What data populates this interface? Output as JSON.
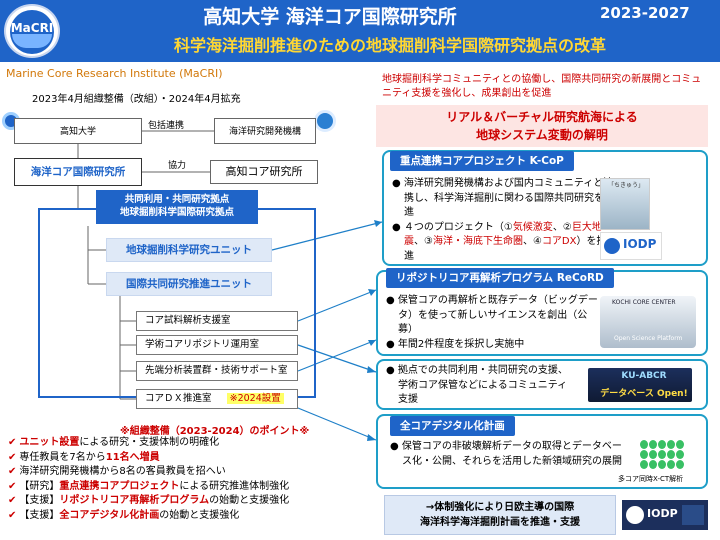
{
  "header": {
    "logo_text": "MaCRI",
    "title": "高知大学 海洋コア国際研究所",
    "year": "2023-2027",
    "subtitle": "科学海洋掘削推進のための地球掘削科学国際研究拠点の改革"
  },
  "institute_en": "Marine Core Research Institute (MaCRI)",
  "establishment": "2023年4月組織整備（改組）・2024年4月拡充",
  "org": {
    "university": "高知大学",
    "partnership_label": "包括連携",
    "jamstec": "海洋研究開発機構",
    "center": "海洋コア国際研究所",
    "cooperation_label": "協力",
    "kochi_core": "高知コア研究所",
    "joint_line1": "共同利用・共同研究拠点",
    "joint_line2": "地球掘削科学国際研究拠点",
    "unit1": "地球掘削科学研究ユニット",
    "unit2": "国際共同研究推進ユニット",
    "subunits": [
      "コア試料解析支援室",
      "学術コアリポジトリ運用室",
      "先端分析装置群・技術サポート室",
      "コアＤＸ推進室"
    ],
    "subunit4_note": "※2024設置"
  },
  "points": {
    "title": "※組織整備（2023-2024）のポイント※",
    "items": [
      {
        "bold": "ユニット設置",
        "rest": "による研究・支援体制の明確化"
      },
      {
        "bold": "",
        "rest": "専任教員を7名から",
        "bold2": "11名へ増員"
      },
      {
        "bold": "",
        "rest": "海洋研究開発機構から8名の客員教員を招へい"
      },
      {
        "prefix": "【研究】",
        "bold": "重点連携コアプロジェクト",
        "rest": "による研究推進体制強化"
      },
      {
        "prefix": "【支援】",
        "bold": "リポジトリコア再解析プログラム",
        "rest": "の始動と支援強化"
      },
      {
        "prefix": "【支援】",
        "bold": "全コアデジタル化計画",
        "rest": "の始動と支援強化"
      }
    ]
  },
  "right": {
    "collab_text": "地球掘削科学コミュニティとの協働し、国際共同研究の新展開とコミュニティ支援を強化し、成果創出を促進",
    "voyage_line1": "リアル＆バーチャル研究航海による",
    "voyage_line2": "地球システム変動の解明",
    "p1": {
      "title": "重点連携コアプロジェクト K-CoP",
      "item1": "海洋研究開発機構および国内コミュニティと連携し、科学海洋掘削に関わる国際共同研究を推進",
      "item2_a": "４つのプロジェクト（①",
      "item2_b": "気候激変",
      "item2_c": "、②",
      "item2_d": "巨大地震",
      "item2_e": "、③",
      "item2_f": "海洋・海底下生命圏",
      "item2_g": "、④",
      "item2_h": "コアDX",
      "item2_i": "）を推進",
      "ship_label": "「ちきゅう」",
      "iodp": "IODP"
    },
    "p2": {
      "title": "リポジトリコア再解析プログラム ReCoRD",
      "item1": "保管コアの再解析と既存データ（ビッグデータ）を使って新しいサイエンスを創出（公募）",
      "item2": "年間2件程度を採択し実施中",
      "kochi_label": "KOCHI CORE CENTER",
      "ocean_label": "Open Science Platform"
    },
    "p3": {
      "item1": "拠点での共同利用・共同研究の支援、学術コア保管などによるコミュニティ支援",
      "kuabcr": "KU-ABCR",
      "open": "データベース Open!"
    },
    "p4": {
      "title": "全コアデジタル化計画",
      "item1": "保管コアの非破壊解析データの取得とデータベース化・公開、それらを活用した新領域研究の展開",
      "ct_label": "多コア同時X-CT解析"
    },
    "footer_line1": "→体制強化により日欧主導の国際",
    "footer_line2": "海洋科学海洋掘削計画を推進・支援",
    "iodp2": "IODP"
  },
  "colors": {
    "primary": "#1f64c8",
    "accent_red": "#cc0000",
    "subtitle_yellow": "#ffd733",
    "panel_border": "#1e9ec8"
  }
}
